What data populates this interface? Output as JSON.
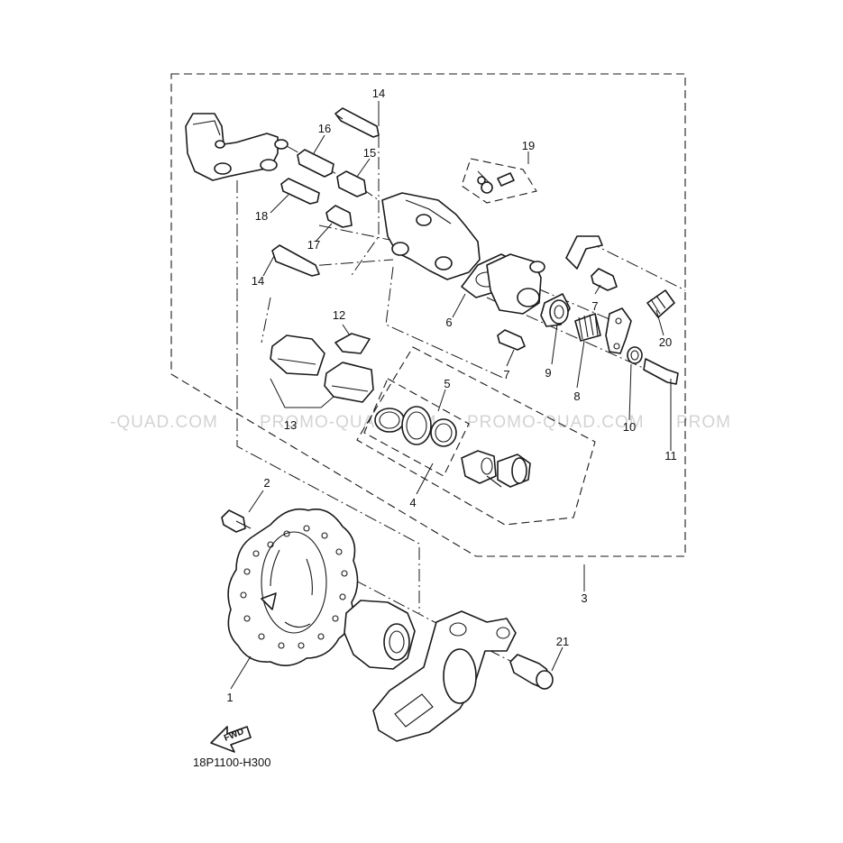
{
  "diagram": {
    "code": "18P1100-H300",
    "fwd_label": "FWD",
    "watermark": "PROMO-QUAD.COM",
    "watermark_left": "-QUAD.COM",
    "watermark_right": "PROM",
    "callouts": {
      "c1": "1",
      "c2": "2",
      "c3": "3",
      "c4": "4",
      "c5": "5",
      "c6": "6",
      "c7a": "7",
      "c7b": "7",
      "c8": "8",
      "c9": "9",
      "c10": "10",
      "c11": "11",
      "c12": "12",
      "c13": "13",
      "c14a": "14",
      "c14b": "14",
      "c15": "15",
      "c16": "16",
      "c17": "17",
      "c18": "18",
      "c19": "19",
      "c20": "20",
      "c21": "21"
    }
  }
}
